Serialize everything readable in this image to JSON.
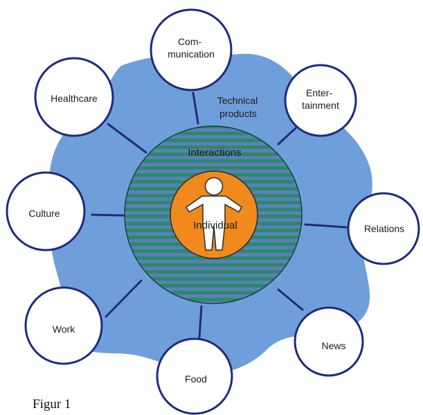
{
  "diagram": {
    "technical_products_label": [
      "Technical",
      "products"
    ],
    "interactions_label": "Interactions",
    "individual_label": "Individual",
    "nodes": [
      {
        "id": "communication",
        "lines": [
          "Com-",
          "munication"
        ]
      },
      {
        "id": "entertainment",
        "lines": [
          "Enter-",
          "tainment"
        ]
      },
      {
        "id": "relations",
        "lines": [
          "Relations"
        ]
      },
      {
        "id": "news",
        "lines": [
          "News"
        ]
      },
      {
        "id": "food",
        "lines": [
          "Food"
        ]
      },
      {
        "id": "work",
        "lines": [
          "Work"
        ]
      },
      {
        "id": "culture",
        "lines": [
          "Culture"
        ]
      },
      {
        "id": "healthcare",
        "lines": [
          "Healthcare"
        ]
      }
    ],
    "colors": {
      "blob": "#6f9fda",
      "node_ring": "#1f2a7a",
      "connector": "#1f2a7a",
      "interaction_green": "#2a8a6a",
      "interaction_stripe": "#5c7fb8",
      "individual_orange": "#f08a1c",
      "figure_white": "#ffffff"
    }
  },
  "caption": "Figur 1"
}
